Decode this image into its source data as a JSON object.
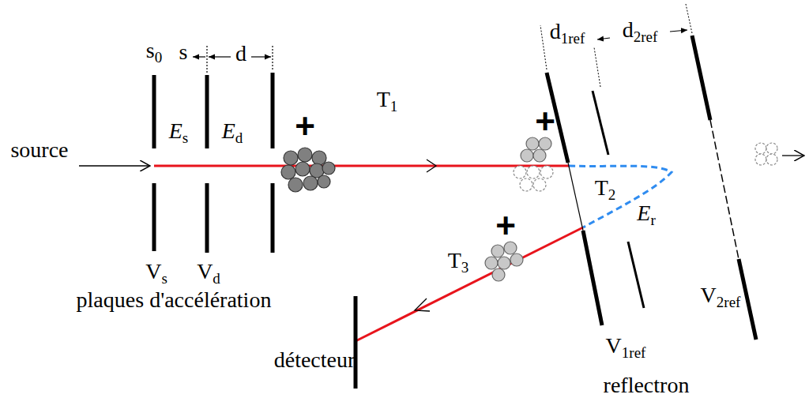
{
  "diagram": {
    "labels": [
      "s0",
      "s",
      "d",
      "Es",
      "Ed",
      "+",
      "source",
      "T1",
      "+",
      "d1ref",
      "d2ref",
      "T2",
      "Er",
      "T3",
      "+",
      "Vs",
      "Vd",
      "plaques d'accélération",
      "détecteur",
      "V1ref",
      "V2ref",
      "reflectron"
    ]
  }
}
